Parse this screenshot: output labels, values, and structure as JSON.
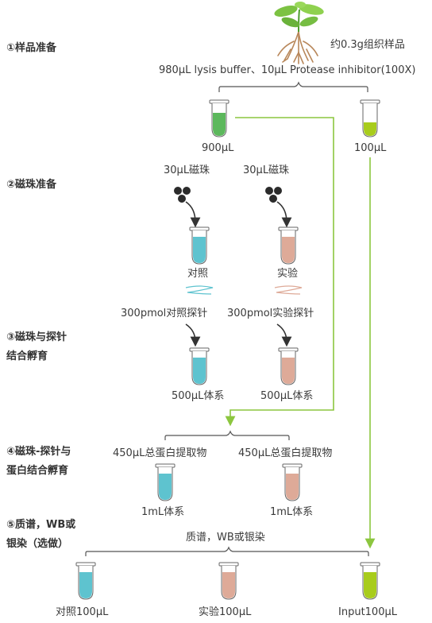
{
  "steps": {
    "s1": "①样品准备",
    "s2": "②磁珠准备",
    "s3_line1": "③磁珠与探针",
    "s3_line2": "结合孵育",
    "s4_line1": "④磁珠-探针与",
    "s4_line2": "蛋白结合孵育",
    "s5_line1": "⑤质谱，WB或",
    "s5_line2": "银染（选做）"
  },
  "sample": {
    "tissue": "约0.3g组织样品",
    "buffer": "980μL lysis buffer、10μL Protease inhibitor(100X)",
    "split_left": "900μL",
    "split_right": "100μL"
  },
  "beads": {
    "left": "30μL磁珠",
    "right": "30μL磁珠",
    "control": "对照",
    "experiment": "实验"
  },
  "probes": {
    "left": "300pmol对照探针",
    "right": "300pmol实验探针",
    "vol_left": "500μL体系",
    "vol_right": "500μL体系"
  },
  "protein": {
    "left": "450μL总蛋白提取物",
    "right": "450μL总蛋白提取物",
    "vol_left": "1mL体系",
    "vol_right": "1mL体系"
  },
  "analysis": {
    "methods": "质谱，WB或银染",
    "out_control": "对照100μL",
    "out_experiment": "实验100μL",
    "out_input": "Input100μL"
  },
  "colors": {
    "green_tube": "#5cb85c",
    "lime_tube": "#a8cc1c",
    "blue_tube": "#5ec3cf",
    "pink_tube": "#deaa98",
    "arrow_green": "#8cc63f",
    "arrow_dark": "#333333"
  }
}
